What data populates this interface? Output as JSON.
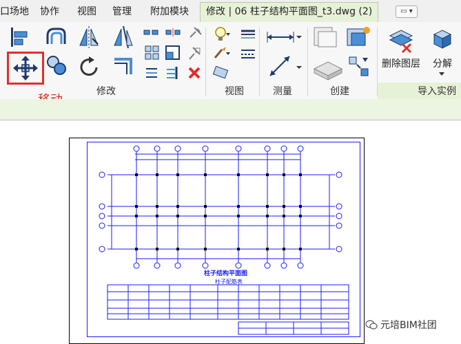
{
  "tabs": {
    "site": "口场地",
    "collab": "协作",
    "view": "视图",
    "manage": "管理",
    "addins": "附加模块",
    "active": "修改 | 06 柱子结构平面图_t3.dwg (2)"
  },
  "qat": {
    "label": "▭ ▾"
  },
  "panels": {
    "modify": "修改",
    "view": "视图",
    "measure": "测量",
    "create": "创建",
    "import_instance": "导入实例"
  },
  "buttons": {
    "delete_layer": "删除图层",
    "explode": "分解"
  },
  "annotation": {
    "move_label": "移动"
  },
  "drawing": {
    "title": "柱子结构平面图",
    "table_title": "柱子配筋表"
  },
  "watermark": {
    "text": "元培BIM社团"
  },
  "colors": {
    "accent_red": "#e32c2c",
    "drawing_blue": "#1a1aff",
    "active_tab": "#e7f1d8"
  }
}
